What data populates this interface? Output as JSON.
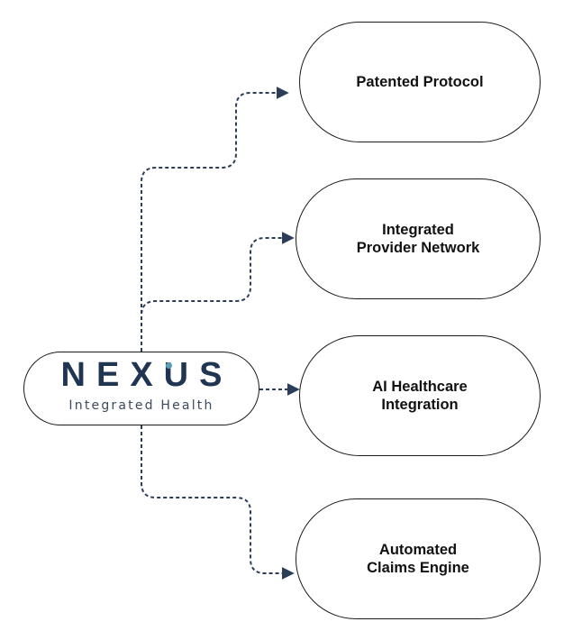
{
  "colors": {
    "connector": "#2c3e57",
    "brand_primary": "#1f3552",
    "brand_accent": "#5a9fb8",
    "outline": "#1a1a1a"
  },
  "hub": {
    "brand_name": "NEXUS",
    "brand_subtitle": "Integrated Health"
  },
  "nodes": [
    {
      "label": "Patented Protocol"
    },
    {
      "label": "Integrated\nProvider Network"
    },
    {
      "label": "AI Healthcare\nIntegration"
    },
    {
      "label": "Automated\nClaims Engine"
    }
  ]
}
